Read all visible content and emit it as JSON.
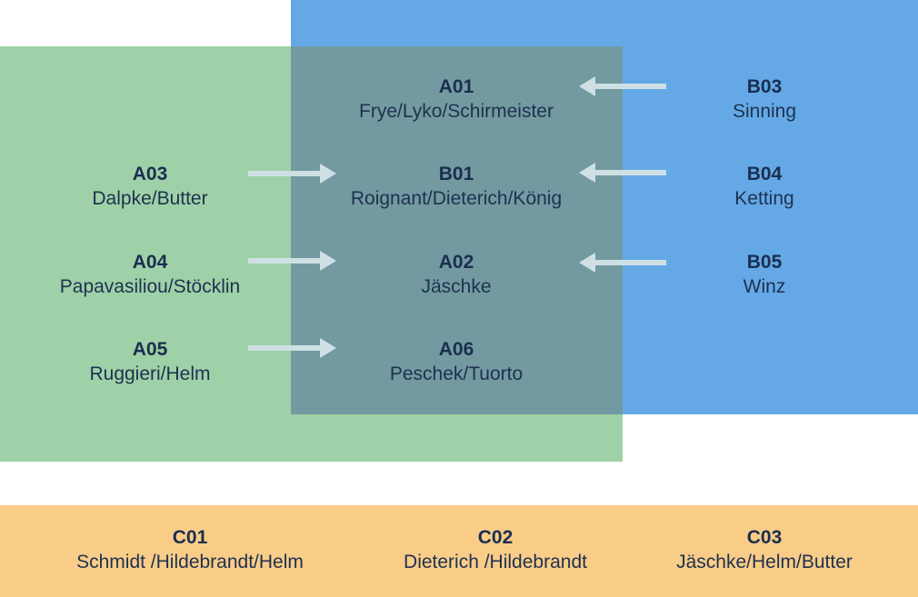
{
  "colors": {
    "blue": "#64a9e6",
    "green": "#9ed1a7",
    "overlap": "#729aa0",
    "orange": "#f9cd88",
    "arrow": "#cfe0e5",
    "text": "#1a2e4f"
  },
  "center": {
    "a01": {
      "code": "A01",
      "names": "Frye/Lyko/Schirmeister"
    },
    "b01": {
      "code": "B01",
      "names": "Roignant/Dieterich/König"
    },
    "a02": {
      "code": "A02",
      "names": "Jäschke"
    },
    "a06": {
      "code": "A06",
      "names": "Peschek/Tuorto"
    }
  },
  "left": {
    "a03": {
      "code": "A03",
      "names": "Dalpke/Butter"
    },
    "a04": {
      "code": "A04",
      "names": "Papavasiliou/Stöcklin"
    },
    "a05": {
      "code": "A05",
      "names": "Ruggieri/Helm"
    }
  },
  "right": {
    "b03": {
      "code": "B03",
      "names": "Sinning"
    },
    "b04": {
      "code": "B04",
      "names": "Ketting"
    },
    "b05": {
      "code": "B05",
      "names": "Winz"
    }
  },
  "bottom": {
    "c01": {
      "code": "C01",
      "names": "Schmidt /Hildebrandt/Helm"
    },
    "c02": {
      "code": "C02",
      "names": "Dieterich /Hildebrandt"
    },
    "c03": {
      "code": "C03",
      "names": "Jäschke/Helm/Butter"
    }
  }
}
